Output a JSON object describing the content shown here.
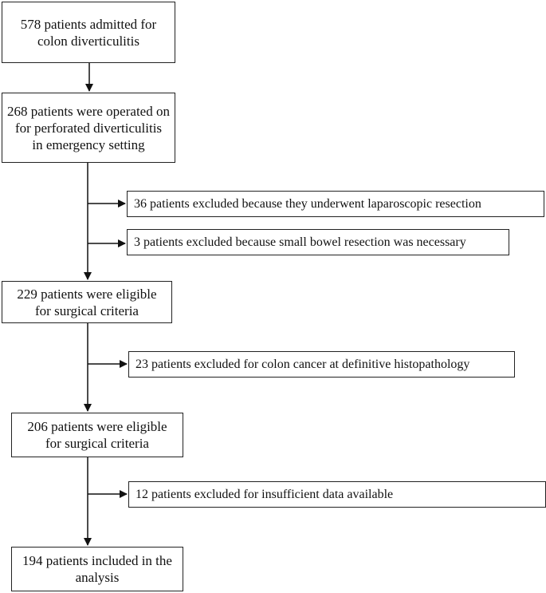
{
  "flowchart": {
    "steps": [
      {
        "text": "578 patients admitted for\ncolon diverticulitis"
      },
      {
        "text": "268 patients were operated on\nfor perforated diverticulitis\nin emergency setting"
      },
      {
        "text": "229 patients were eligible\nfor surgical criteria"
      },
      {
        "text": "206 patients were eligible\nfor surgical criteria"
      },
      {
        "text": "194 patients included in the\nanalysis"
      }
    ],
    "exclusions": [
      {
        "text": "36 patients excluded because they underwent laparoscopic resection"
      },
      {
        "text": "3 patients excluded because small bowel resection was necessary"
      },
      {
        "text": "23 patients excluded for colon cancer at definitive histopathology"
      },
      {
        "text": "12 patients excluded for insufficient data available"
      }
    ]
  }
}
